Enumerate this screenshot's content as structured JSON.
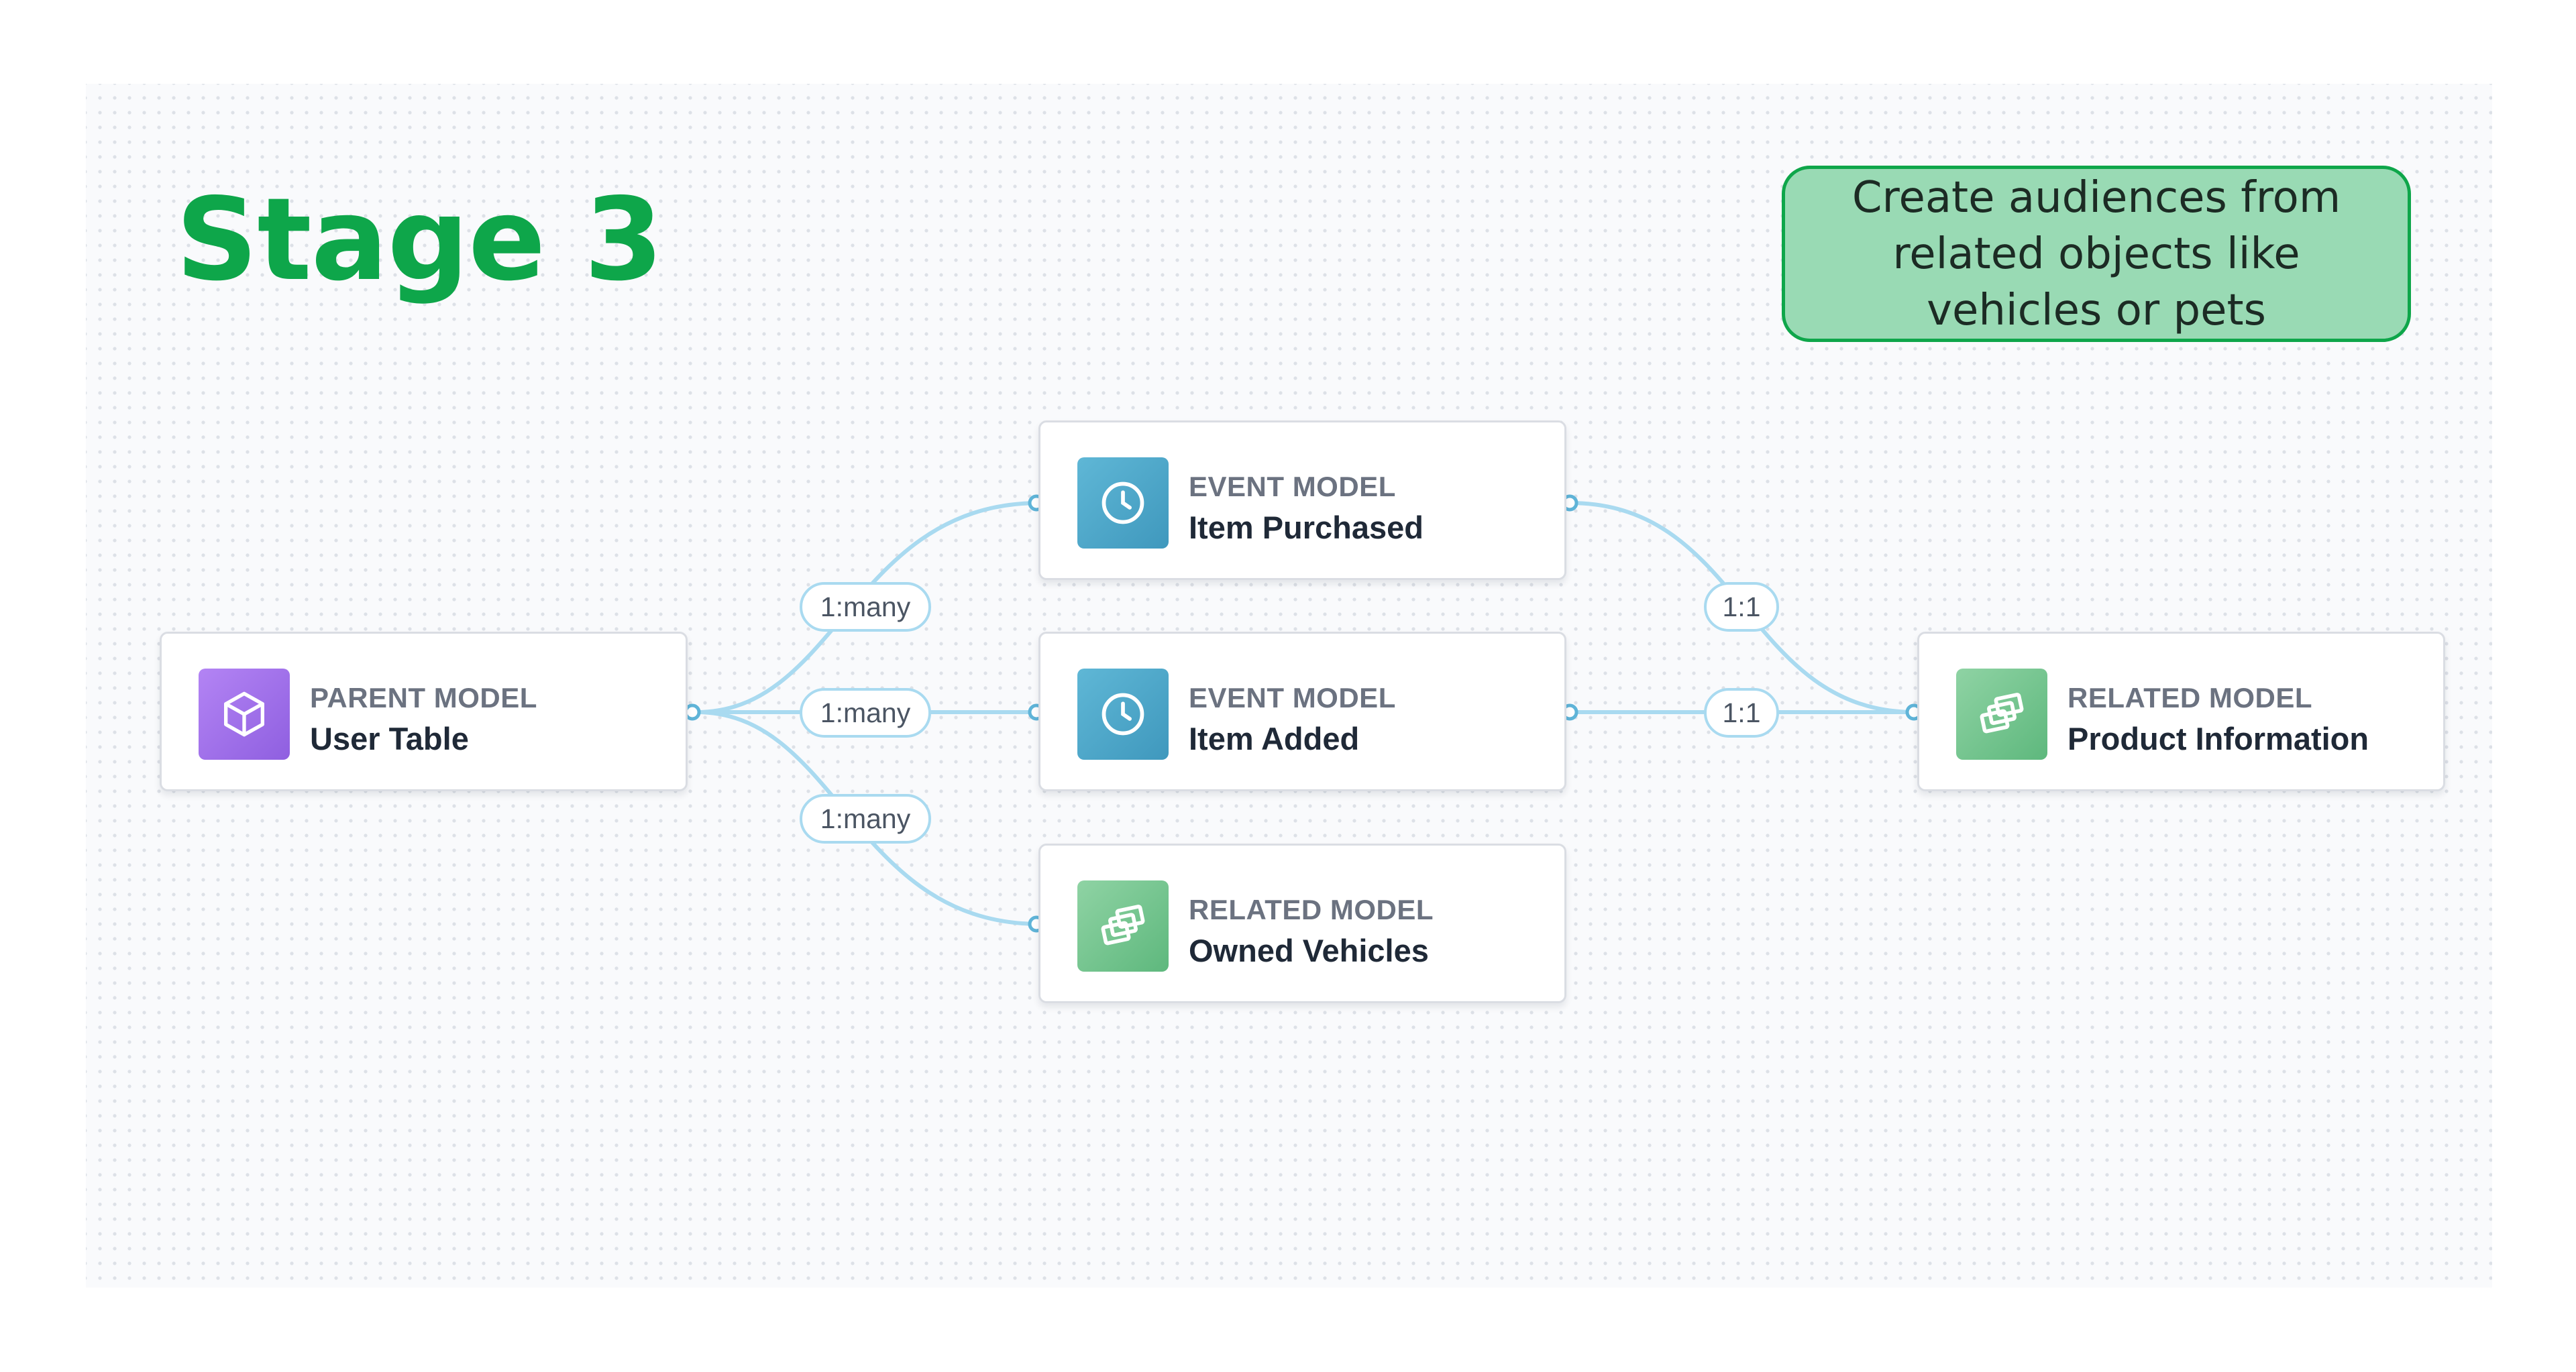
{
  "stage_title": "Stage 3",
  "callout": "Create audiences from related objects like vehicles or pets",
  "nodes": {
    "user_table": {
      "kind": "PARENT MODEL",
      "name": "User Table",
      "icon": "cube-icon"
    },
    "item_purchased": {
      "kind": "EVENT MODEL",
      "name": "Item Purchased",
      "icon": "clock-icon"
    },
    "item_added": {
      "kind": "EVENT MODEL",
      "name": "Item Added",
      "icon": "clock-icon"
    },
    "owned_vehicles": {
      "kind": "RELATED MODEL",
      "name": "Owned Vehicles",
      "icon": "stacked-cards-icon"
    },
    "product_information": {
      "kind": "RELATED MODEL",
      "name": "Product Information",
      "icon": "stacked-cards-icon"
    }
  },
  "edges": {
    "user_to_purchased": "1:many",
    "user_to_added": "1:many",
    "user_to_vehicles": "1:many",
    "purchased_to_product": "1:1",
    "added_to_product": "1:1"
  },
  "colors": {
    "stage_title": "#0ea64a",
    "callout_fill": "#99dab4",
    "callout_border": "#0ea64a",
    "edge": "#a9daf0",
    "parent_icon": "#9f6fe9",
    "event_icon": "#4ea7c9",
    "related_icon": "#75c590"
  }
}
